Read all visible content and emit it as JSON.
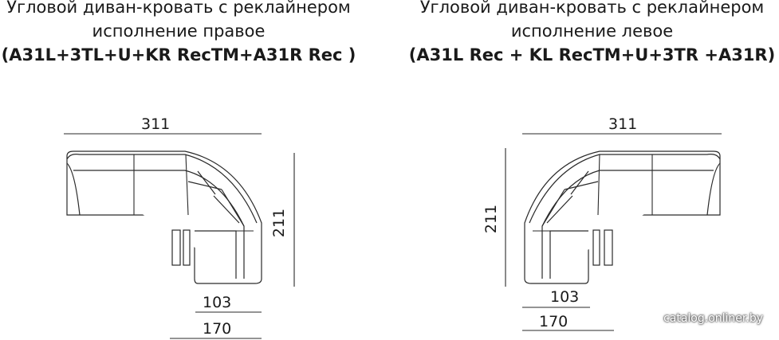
{
  "left_diagram": {
    "title_line1": "Угловой диван-кровать с реклайнером",
    "title_line2": "исполнение правое",
    "model": "(A31L+3TL+U+KR RecTM+A31R Rec )",
    "dim_width": "311",
    "dim_depth": "211",
    "dim_seat": "103",
    "dim_total": "170"
  },
  "right_diagram": {
    "title_line1": "Угловой диван-кровать с реклайнером",
    "title_line2": "исполнение левое",
    "model": "(A31L Rec + KL RecTM+U+3TR +A31R)",
    "dim_width": "311",
    "dim_depth": "211",
    "dim_seat": "103",
    "dim_total": "170"
  },
  "watermark": "catalog.onliner.by",
  "colors": {
    "line": "#2a2a2a",
    "text": "#1a1a1a",
    "background": "#ffffff"
  }
}
